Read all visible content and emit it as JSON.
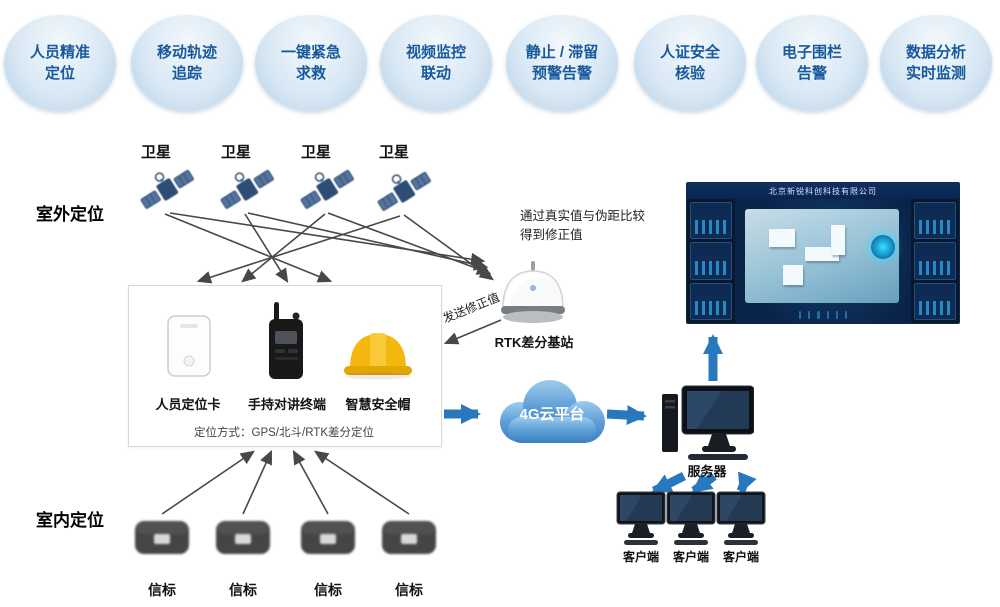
{
  "features": [
    {
      "line1": "人员精准",
      "line2": "定位"
    },
    {
      "line1": "移动轨迹",
      "line2": "追踪"
    },
    {
      "line1": "一键紧急",
      "line2": "求救"
    },
    {
      "line1": "视频监控",
      "line2": "联动"
    },
    {
      "line1": "静止 / 滞留",
      "line2": "预警告警"
    },
    {
      "line1": "人证安全",
      "line2": "核验"
    },
    {
      "line1": "电子围栏",
      "line2": "告警"
    },
    {
      "line1": "数据分析",
      "line2": "实时监测"
    }
  ],
  "sections": {
    "outdoor": "室外定位",
    "indoor": "室内定位"
  },
  "satellite_label": "卫星",
  "rtk": {
    "note": "通过真实值与伪距比较得到修正值",
    "send": "发送修正值",
    "label": "RTK差分基站"
  },
  "devices": {
    "card": "人员定位卡",
    "radio": "手持对讲终端",
    "helmet": "智慧安全帽",
    "note": "定位方式：GPS/北斗/RTK差分定位"
  },
  "cloud": {
    "label": "4G云平台"
  },
  "server": {
    "label": "服务器"
  },
  "client_label": "客户端",
  "beacon_label": "信标",
  "dashboard": {
    "title": "北京新锐科创科技有限公司"
  },
  "colors": {
    "accent": "#2878be",
    "badge_text": "#18599c",
    "arrow": "#2f2f2f"
  }
}
